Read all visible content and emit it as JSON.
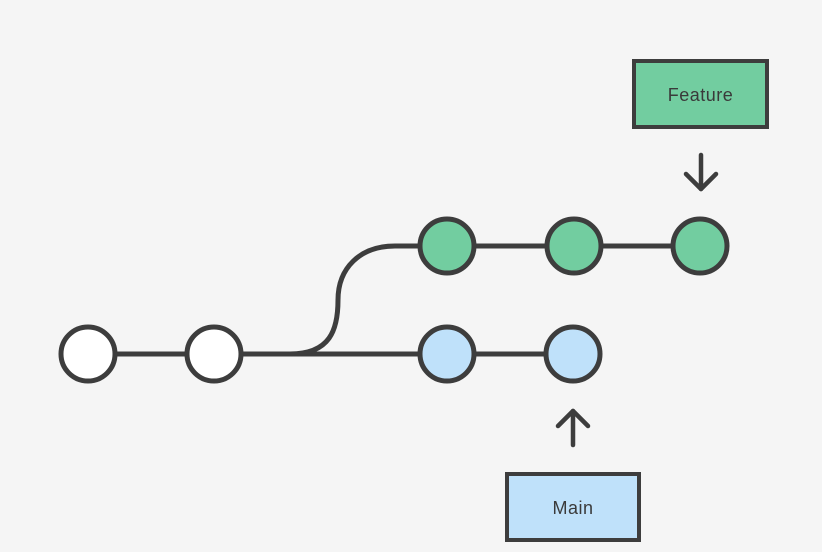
{
  "colors": {
    "background": "#f5f5f5",
    "stroke": "#3d3d3d",
    "commit_plain": "#ffffff",
    "feature_fill": "#72cda0",
    "main_fill": "#bfe1fa"
  },
  "branches": {
    "feature": {
      "label": "Feature",
      "color": "#72cda0"
    },
    "main": {
      "label": "Main",
      "color": "#bfe1fa"
    }
  },
  "commits": {
    "shared": 2,
    "main": 2,
    "feature": 3
  }
}
